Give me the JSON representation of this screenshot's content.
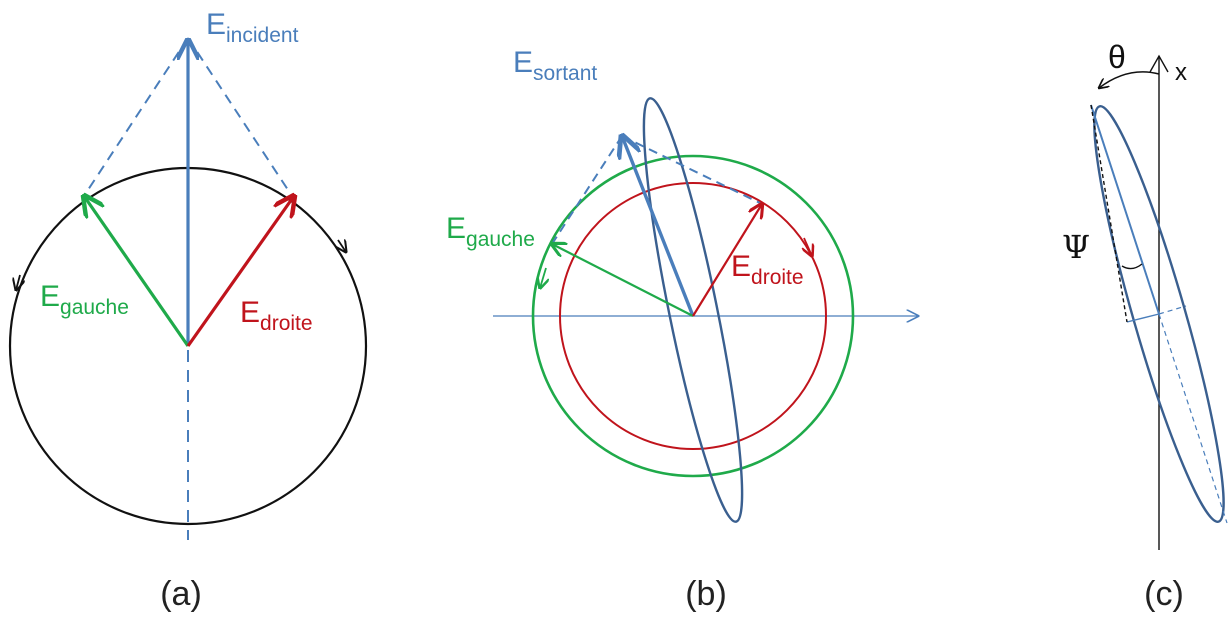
{
  "colors": {
    "blue": "#4a7ebb",
    "dark_blue": "#3a5f8f",
    "green": "#1faa4a",
    "red": "#c0141c",
    "black": "#111111"
  },
  "panel_a": {
    "caption": "(a)",
    "e_incident": {
      "main": "E",
      "sub": "incident"
    },
    "e_gauche": {
      "main": "E",
      "sub": "gauche"
    },
    "e_droite": {
      "main": "E",
      "sub": "droite"
    }
  },
  "panel_b": {
    "caption": "(b)",
    "e_sortant": {
      "main": "E",
      "sub": "sortant"
    },
    "e_gauche": {
      "main": "E",
      "sub": "gauche"
    },
    "e_droite": {
      "main": "E",
      "sub": "droite"
    }
  },
  "panel_c": {
    "caption": "(c)",
    "theta": "θ",
    "x_label": "x",
    "psi": "Ψ"
  }
}
